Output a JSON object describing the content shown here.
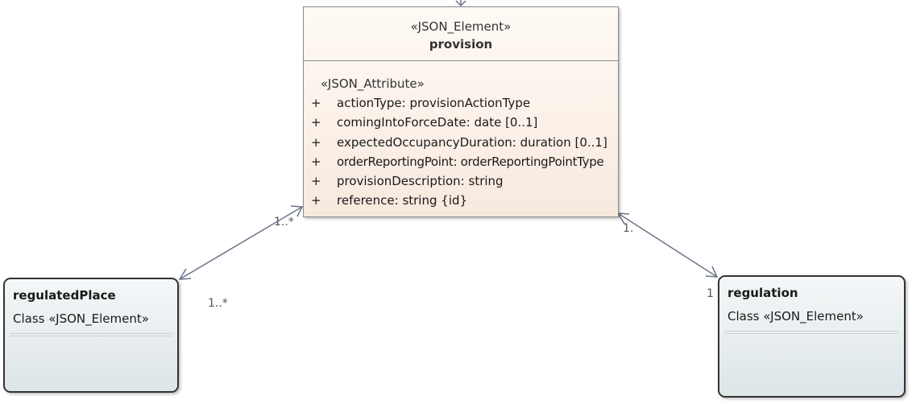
{
  "provision": {
    "stereotype": "«JSON_Element»",
    "name": "provision",
    "attribute_stereotype": "«JSON_Attribute»",
    "attributes": [
      {
        "visibility": "+",
        "text": "actionType: provisionActionType"
      },
      {
        "visibility": "+",
        "text": "comingIntoForceDate: date [0..1]"
      },
      {
        "visibility": "+",
        "text": "expectedOccupancyDuration: duration [0..1]"
      },
      {
        "visibility": "+",
        "text": "orderReportingPoint: orderReportingPointType"
      },
      {
        "visibility": "+",
        "text": "provisionDescription: string"
      },
      {
        "visibility": "+",
        "text": "reference: string {id}"
      }
    ]
  },
  "regulatedPlace": {
    "name": "regulatedPlace",
    "type_label": "Class «JSON_Element»"
  },
  "regulation": {
    "name": "regulation",
    "type_label": "Class «JSON_Element»"
  },
  "associations": {
    "provision_regulatedPlace": {
      "provision_end": "1..*",
      "regulatedPlace_end": "1..*"
    },
    "provision_regulation": {
      "provision_end": "1.",
      "regulation_end": "1"
    }
  },
  "colors": {
    "provision_fill": "#f7e9de",
    "element_fill": "#dde5e8",
    "connector": "#6a7387"
  }
}
